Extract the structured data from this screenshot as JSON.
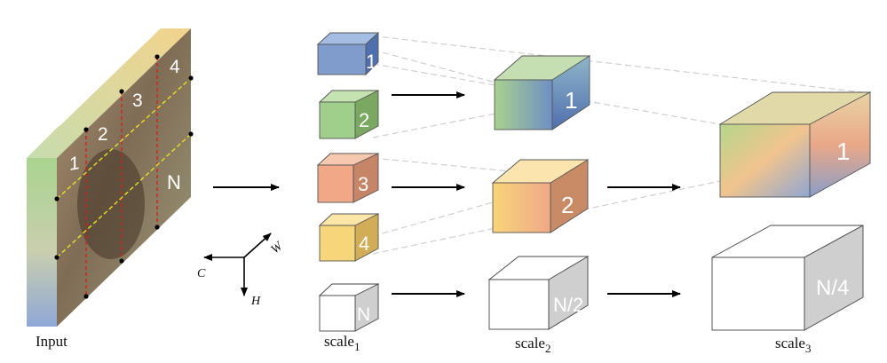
{
  "input": {
    "label": "Input",
    "region_labels": [
      "1",
      "2",
      "3",
      "4",
      "N"
    ]
  },
  "axes": {
    "c": "C",
    "h": "H",
    "w": "W"
  },
  "scale1": {
    "label": "scale",
    "sub": "1",
    "cubes": [
      "1",
      "2",
      "3",
      "4",
      "N"
    ]
  },
  "scale2": {
    "label": "scale",
    "sub": "2",
    "cubes": [
      "1",
      "2",
      "N/2"
    ]
  },
  "scale3": {
    "label": "scale",
    "sub": "3",
    "cubes": [
      "1",
      "N/4"
    ]
  },
  "colors": {
    "blue": "#7f9ccc",
    "green": "#9fcf8a",
    "salmon": "#f0a887",
    "yellow": "#f7d57a",
    "red_dash": "#d42020",
    "yellow_dash": "#e8e020",
    "gray_face": "#cfcfcf"
  }
}
